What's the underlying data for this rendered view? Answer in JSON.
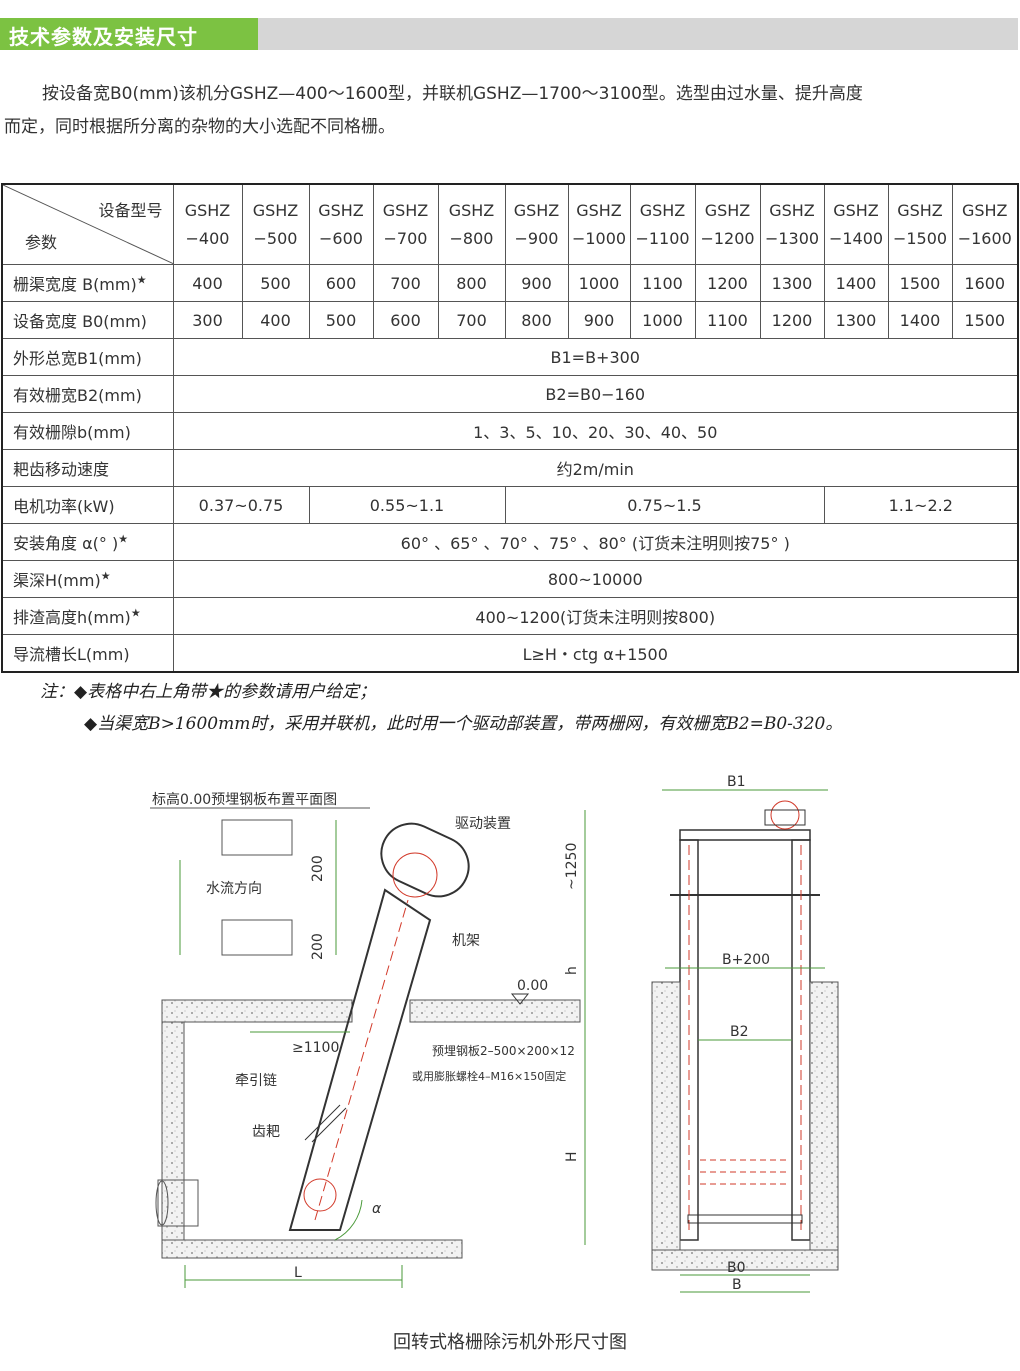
{
  "header": {
    "title": "技术参数及安装尺寸"
  },
  "intro": {
    "line1": "按设备宽B0(mm)该机分GSHZ—400～1600型，并联机GSHZ—1700～3100型。选型由过水量、提升高度",
    "line2": "而定，同时根据所分离的杂物的大小选配不同格栅。"
  },
  "table": {
    "header_top": "设备型号",
    "header_bottom": "参数",
    "models": [
      [
        "GSHZ",
        "−400"
      ],
      [
        "GSHZ",
        "−500"
      ],
      [
        "GSHZ",
        "−600"
      ],
      [
        "GSHZ",
        "−700"
      ],
      [
        "GSHZ",
        "−800"
      ],
      [
        "GSHZ",
        "−900"
      ],
      [
        "GSHZ",
        "−1000"
      ],
      [
        "GSHZ",
        "−1100"
      ],
      [
        "GSHZ",
        "−1200"
      ],
      [
        "GSHZ",
        "−1300"
      ],
      [
        "GSHZ",
        "−1400"
      ],
      [
        "GSHZ",
        "−1500"
      ],
      [
        "GSHZ",
        "−1600"
      ]
    ],
    "row_channel_width": {
      "label": "栅渠宽度 B(mm)",
      "star": "★",
      "values": [
        "400",
        "500",
        "600",
        "700",
        "800",
        "900",
        "1000",
        "1100",
        "1200",
        "1300",
        "1400",
        "1500",
        "1600"
      ]
    },
    "row_device_width": {
      "label": "设备宽度 B0(mm)",
      "values": [
        "300",
        "400",
        "500",
        "600",
        "700",
        "800",
        "900",
        "1000",
        "1100",
        "1200",
        "1300",
        "1400",
        "1500"
      ]
    },
    "row_outer_width": {
      "label": "外形总宽B1(mm)",
      "value": "B1=B+300"
    },
    "row_effective_width": {
      "label": "有效栅宽B2(mm)",
      "value": "B2=B0−160"
    },
    "row_gap": {
      "label": "有效栅隙b(mm)",
      "value": "1、3、5、10、20、30、40、50"
    },
    "row_speed": {
      "label": "耙齿移动速度",
      "value": "约2m/min"
    },
    "row_power": {
      "label": "电机功率(kW)",
      "values": [
        "0.37~0.75",
        "0.55~1.1",
        "0.75~1.5",
        "1.1~2.2"
      ]
    },
    "row_angle": {
      "label": "安装角度 α(°  )",
      "star": "★",
      "value": "60°  、65°  、70°  、75°  、80°  (订货未注明则按75°  )"
    },
    "row_depth": {
      "label": "渠深H(mm)",
      "star": "★",
      "value": "800~10000"
    },
    "row_discharge": {
      "label": "排渣高度h(mm)",
      "star": "★",
      "value": "400~1200(订货未注明则按800)"
    },
    "row_channel_len": {
      "label": "导流槽长L(mm)",
      "value": "L≥H・ctg α+1500"
    }
  },
  "notes": {
    "line1": "注：◆表格中右上角带★的参数请用户给定；",
    "line2": "◆当渠宽B>1600mm时，采用并联机，此时用一个驱动部装置，带两栅网，有效栅宽B2=B0-320。"
  },
  "drawing": {
    "plan_label": "标高0.00预埋钢板布置平面图",
    "drive": "驱动装置",
    "flow": "水流方向",
    "frame": "机架",
    "dim_200a": "200",
    "dim_200b": "200",
    "dim_1250": "~1250",
    "dim_h": "h",
    "level": "0.00",
    "dim_1100": "≥1100",
    "plate": "预埋钢板2–500×200×12",
    "bolt": "或用膨胀螺栓4–M16×150固定",
    "chain": "牵引链",
    "rake": "齿耙",
    "dim_H": "H",
    "alpha": "α",
    "dim_L": "L",
    "side_B1": "B1",
    "side_B200": "B+200",
    "side_B2": "B2",
    "side_B0": "B0",
    "side_B": "B"
  },
  "caption": "回转式格栅除污机外形尺寸图",
  "colors": {
    "accent": "#7cc242",
    "header_bar": "#d6d6d6",
    "drawing_red": "#d23a2a",
    "dim_green": "#4a9a3a"
  }
}
